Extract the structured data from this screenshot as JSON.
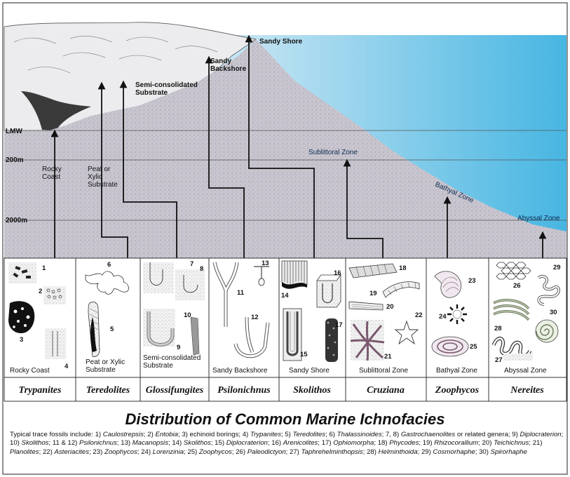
{
  "profile": {
    "labels": {
      "sandy_shore": "Sandy Shore",
      "sandy_backshore": "Sandy\nBackshore",
      "semi_consolidated": "Semi-consolidated\nSubstrate",
      "lmw": "LMW",
      "depth_200": "200m",
      "depth_2000": "2000m",
      "rocky_coast": "Rocky\nCoast",
      "peat": "Peat or\nXylic\nSubstrate",
      "sublittoral": "Sublittoral Zone",
      "bathyal": "Bathyal Zone",
      "abyssal": "Abyssal Zone"
    }
  },
  "panels": [
    {
      "label": "Rocky Coast",
      "facies": "Trypanites",
      "numbers": [
        "1",
        "2",
        "3",
        "4"
      ]
    },
    {
      "label": "Peat or Xylic\nSubstrate",
      "facies": "Teredolites",
      "numbers": [
        "5",
        "6"
      ]
    },
    {
      "label": "Semi-consolidated\nSubstrate",
      "facies": "Glossifungites",
      "numbers": [
        "7",
        "8",
        "9",
        "10"
      ]
    },
    {
      "label": "Sandy Backshore",
      "facies": "Psilonichnus",
      "numbers": [
        "11",
        "12",
        "13"
      ]
    },
    {
      "label": "Sandy Shore",
      "facies": "Skolithos",
      "numbers": [
        "14",
        "15",
        "16",
        "17"
      ]
    },
    {
      "label": "Sublittoral Zone",
      "facies": "Cruziana",
      "numbers": [
        "18",
        "19",
        "20",
        "21",
        "22"
      ]
    },
    {
      "label": "Bathyal Zone",
      "facies": "Zoophycos",
      "numbers": [
        "23",
        "24",
        "25"
      ]
    },
    {
      "label": "Abyssal Zone",
      "facies": "Nereites",
      "numbers": [
        "26",
        "27",
        "28",
        "29",
        "30"
      ]
    }
  ],
  "title": "Distribution of Common Marine Ichnofacies",
  "caption": [
    {
      "t": "Typical trace fossils include:  1) "
    },
    {
      "t": "Caulostrepsis",
      "i": true
    },
    {
      "t": ";  2) "
    },
    {
      "t": "Entobia",
      "i": true
    },
    {
      "t": ";  3) echinoid borings;  4) "
    },
    {
      "t": "Trypanites",
      "i": true
    },
    {
      "t": ";  5) "
    },
    {
      "t": "Teredolites",
      "i": true
    },
    {
      "t": ";  6) "
    },
    {
      "t": "Thalassinoides",
      "i": true
    },
    {
      "t": ";  7, 8) "
    },
    {
      "t": "Gastrochaenolites",
      "i": true
    },
    {
      "t": " or related genera; 9) "
    },
    {
      "t": "Diplocraterion",
      "i": true
    },
    {
      "t": ";  10) "
    },
    {
      "t": "Skolithos",
      "i": true
    },
    {
      "t": ";  11 & 12) "
    },
    {
      "t": "Psilonichnus",
      "i": true
    },
    {
      "t": ";  13) "
    },
    {
      "t": "Macanopsis",
      "i": true
    },
    {
      "t": ";  14) "
    },
    {
      "t": "Skolithos",
      "i": true
    },
    {
      "t": ";  15) "
    },
    {
      "t": "Diplocraterion",
      "i": true
    },
    {
      "t": ";  16) "
    },
    {
      "t": "Arenicolites",
      "i": true
    },
    {
      "t": ";  17) "
    },
    {
      "t": "Ophiomorpha",
      "i": true
    },
    {
      "t": "; 18) "
    },
    {
      "t": "Phycodes",
      "i": true
    },
    {
      "t": "; 19) "
    },
    {
      "t": "Rhizocorallium",
      "i": true
    },
    {
      "t": ";  20) "
    },
    {
      "t": "Teichichnus",
      "i": true
    },
    {
      "t": ";  21) "
    },
    {
      "t": "Planolites",
      "i": true
    },
    {
      "t": ";  22) "
    },
    {
      "t": "Asteriacites",
      "i": true
    },
    {
      "t": ";  23) "
    },
    {
      "t": "Zoophycos",
      "i": true
    },
    {
      "t": ";  24) "
    },
    {
      "t": "Lorenzinia",
      "i": true
    },
    {
      "t": ";  25) "
    },
    {
      "t": "Zoophycos",
      "i": true
    },
    {
      "t": ";  26) "
    },
    {
      "t": "Paleodictyon",
      "i": true
    },
    {
      "t": ";  27) "
    },
    {
      "t": "Taphrehelminthopsis",
      "i": true
    },
    {
      "t": "; 28) "
    },
    {
      "t": "Helminthoida",
      "i": true
    },
    {
      "t": ";  29) "
    },
    {
      "t": "Cosmorhaphe",
      "i": true
    },
    {
      "t": ";  30) "
    },
    {
      "t": "Spirorhaphe",
      "i": true
    }
  ],
  "colors": {
    "water_top": "#3fb3e0",
    "water_bottom": "#d8eef8",
    "sediment": "#c7c4ce",
    "land": "#e8e8ea",
    "arrow": "#111111"
  }
}
